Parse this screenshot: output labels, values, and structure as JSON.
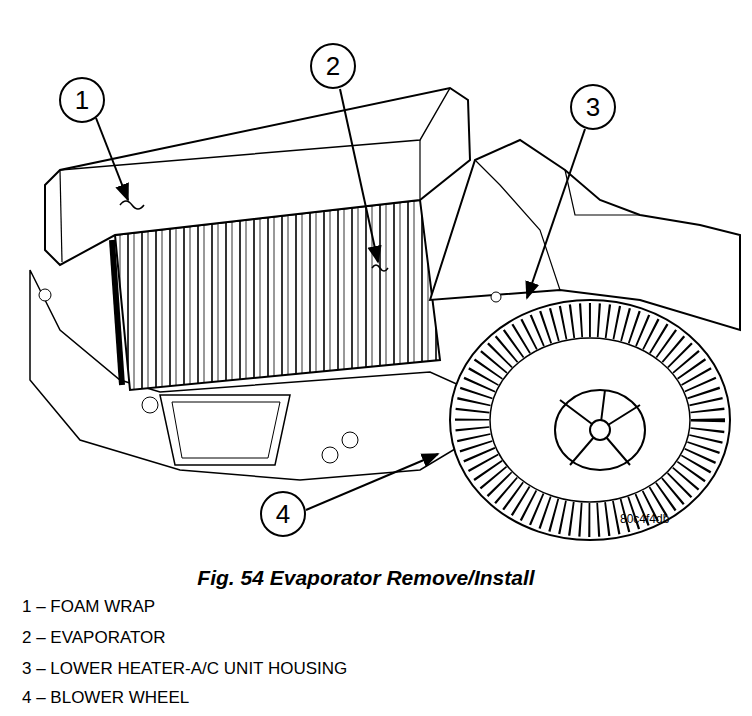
{
  "diagram": {
    "title": "Fig. 54 Evaporator Remove/Install",
    "nodes": [
      {
        "text": [
          "1"
        ]
      },
      {
        "text": [
          "2"
        ]
      },
      {
        "text": [
          "3"
        ]
      },
      {
        "text": [
          "4"
        ]
      }
    ],
    "edges": [],
    "labels": [
      "80c4f4db",
      "1 – FOAM WRAP",
      "2 – EVAPORATOR",
      "3 – LOWER HEATER-A/C UNIT HOUSING",
      "4 – BLOWER WHEEL"
    ]
  }
}
